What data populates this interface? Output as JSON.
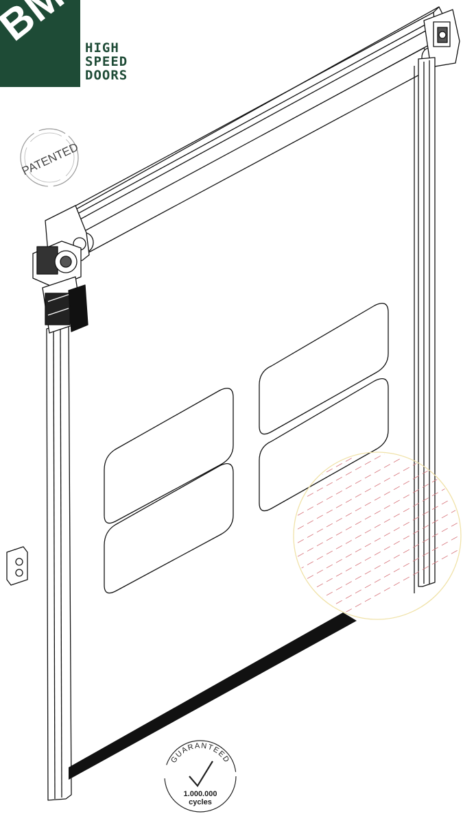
{
  "logo": {
    "letters": "BMF",
    "line1": "HIGH",
    "line2": "SPEED",
    "line3": "DOORS",
    "color": "#1e4b36"
  },
  "badges": {
    "patented": "PATENTED",
    "guaranteed": "GUARANTEED",
    "cycles_value": "1.000.000",
    "cycles_unit": "cycles"
  },
  "colors": {
    "line": "#111111",
    "curtain_bottom": "#111111",
    "zoom_circle": "#f0e2a8",
    "zoom_dashes": "#d97a80"
  }
}
